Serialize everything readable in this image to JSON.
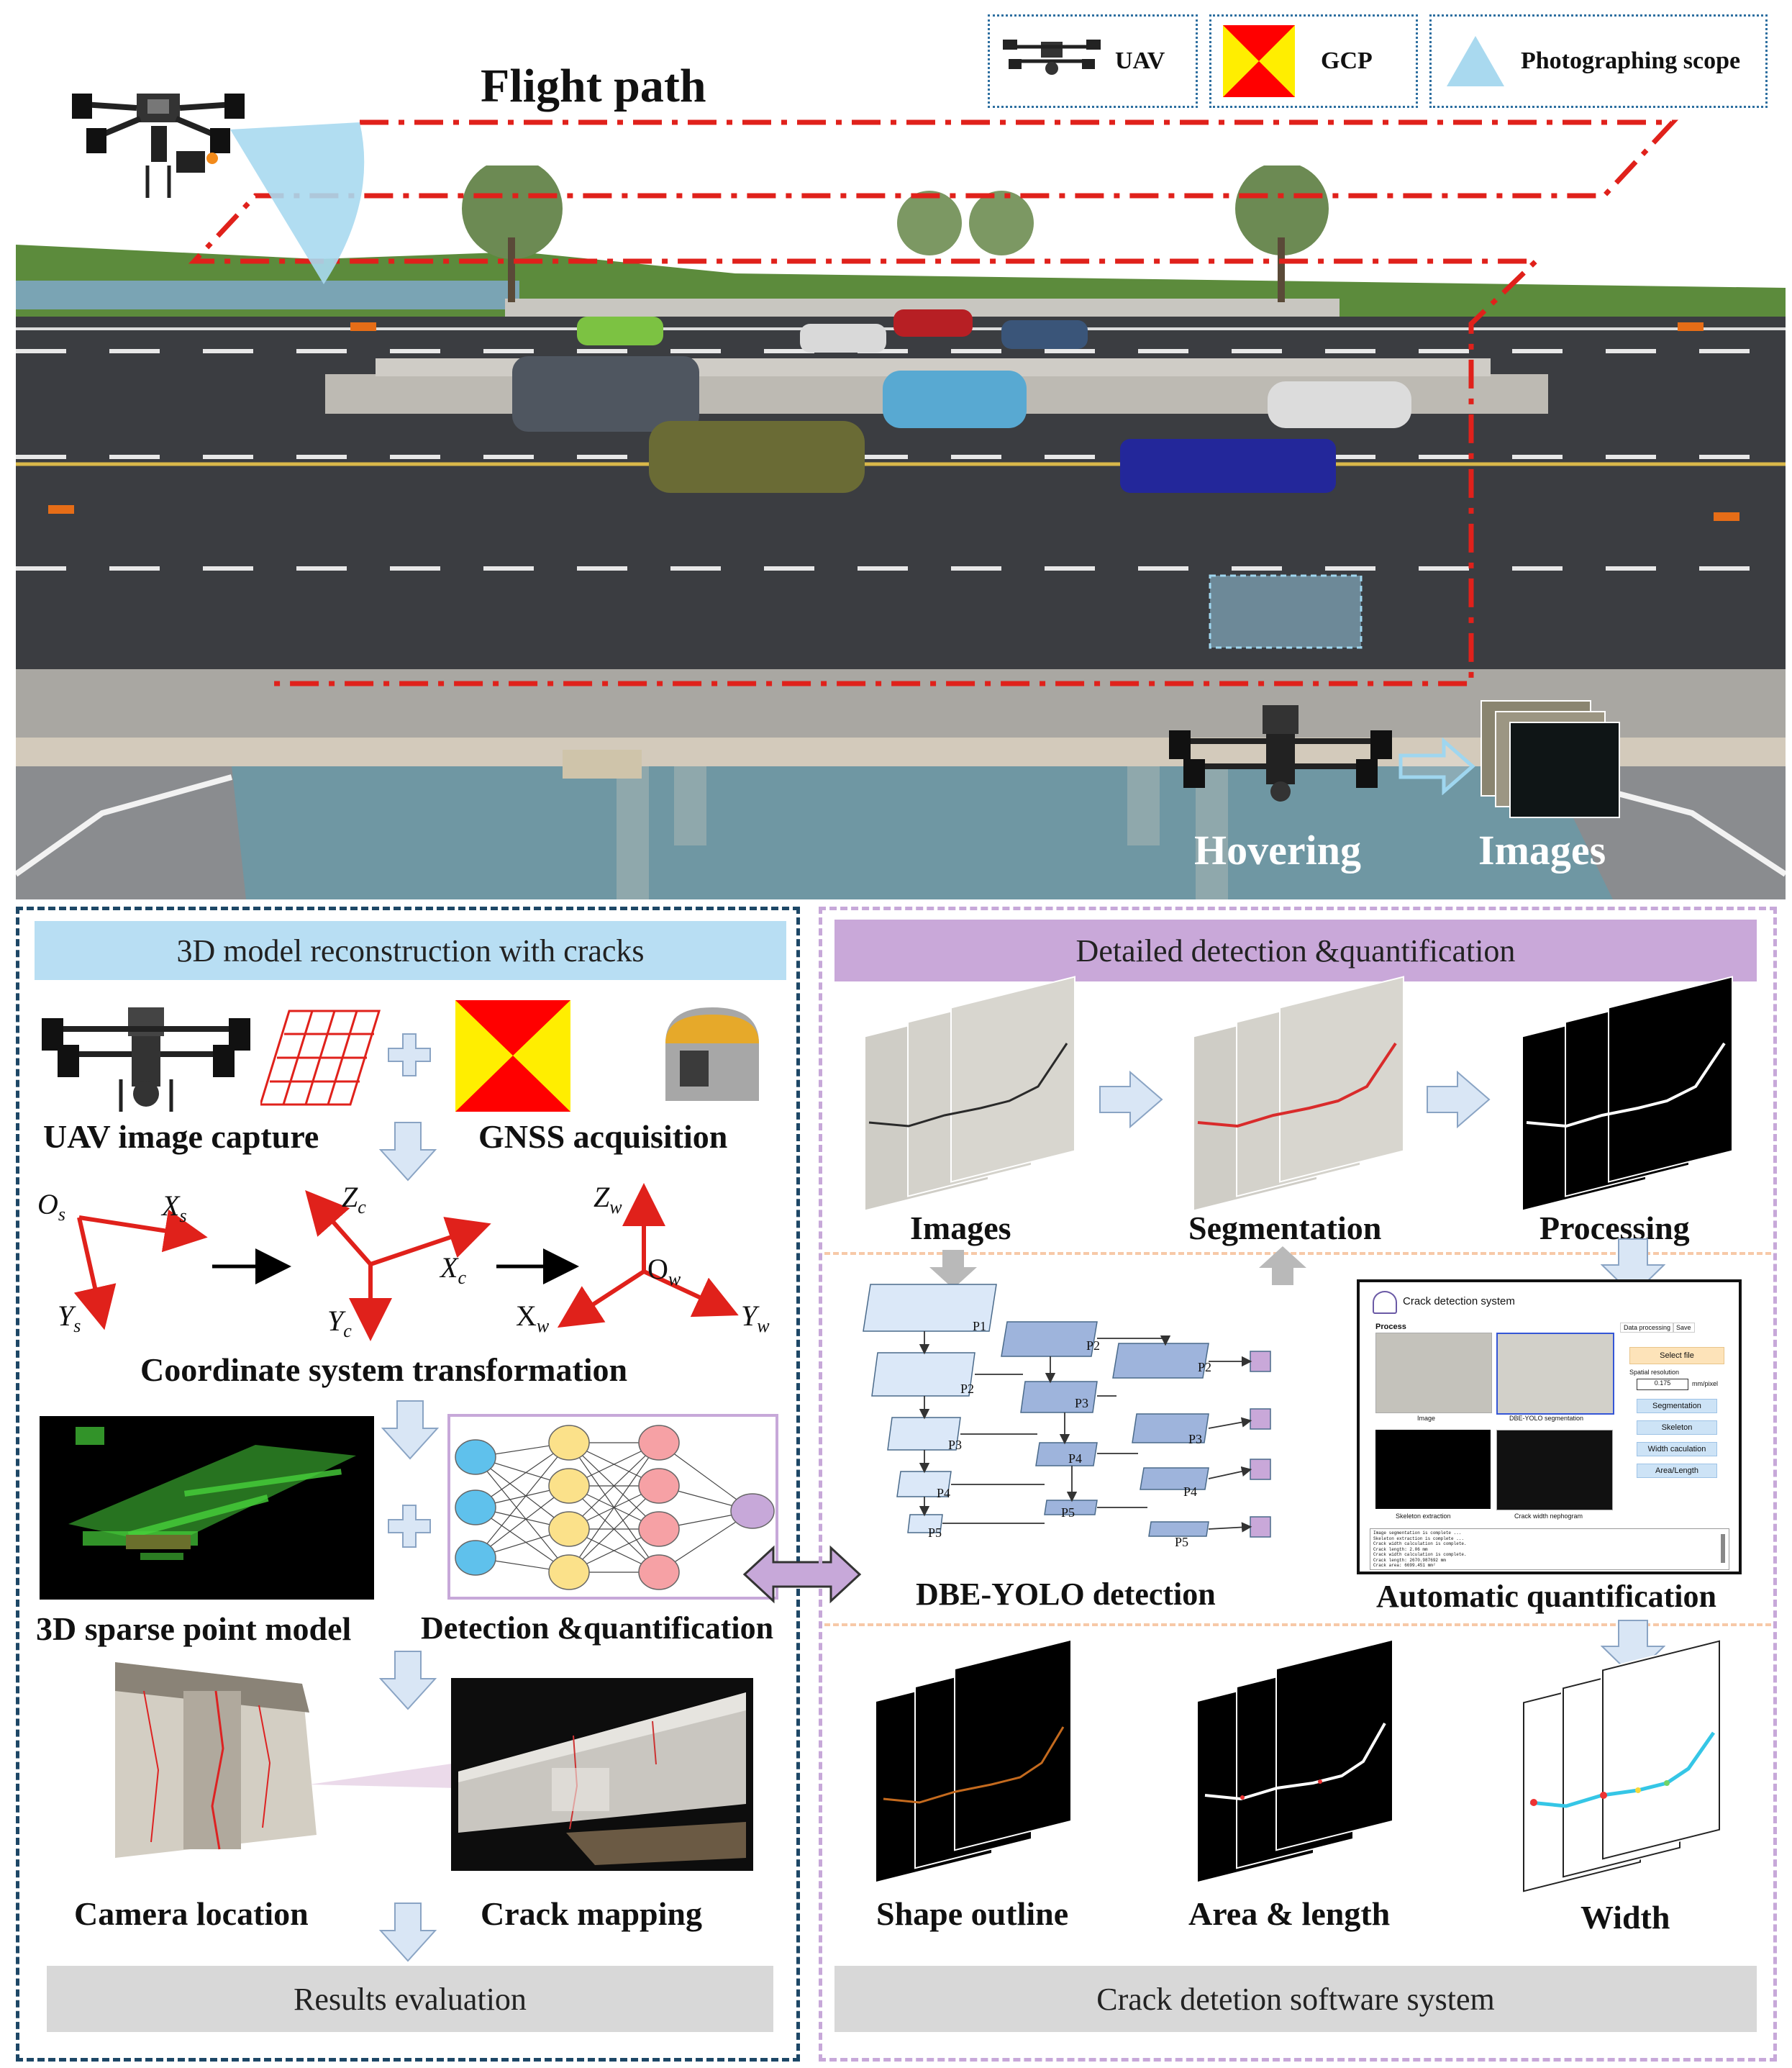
{
  "legend": {
    "uav": "UAV",
    "gcp": "GCP",
    "scope": "Photographing scope"
  },
  "scene": {
    "flight_path": "Flight path",
    "hovering": "Hovering",
    "images": "Images"
  },
  "left_panel": {
    "header": "3D model reconstruction with cracks",
    "uav_capture": "UAV image capture",
    "gnss": "GNSS acquisition",
    "coord_title": "Coordinate system transformation",
    "sparse": "3D sparse point model",
    "detect_quant": "Detection &quantification",
    "camera_location": "Camera location",
    "crack_mapping": "Crack mapping",
    "results": "Results evaluation",
    "axes": {
      "os": "O",
      "os_sub": "s",
      "xs": "X",
      "xs_sub": "s",
      "ys": "Y",
      "ys_sub": "s",
      "zc": "Z",
      "zc_sub": "c",
      "xc": "X",
      "xc_sub": "c",
      "yc": "Y",
      "yc_sub": "c",
      "zw": "Z",
      "zw_sub": "w",
      "ow": "O",
      "ow_sub": "w",
      "xw": "X",
      "xw_sub": "w",
      "yw": "Y",
      "yw_sub": "w"
    }
  },
  "right_panel": {
    "header": "Detailed detection &quantification",
    "images": "Images",
    "segmentation": "Segmentation",
    "processing": "Processing",
    "dbe": "DBE-YOLO detection",
    "auto": "Automatic quantification",
    "shape": "Shape outline",
    "area": "Area & length",
    "width": "Width",
    "software": "Crack detetion software system",
    "p_labels": [
      "P1",
      "P2",
      "P3",
      "P4",
      "P5"
    ],
    "software_ui": {
      "title": "Crack detection system",
      "process": "Process",
      "tabs": [
        "Data processing",
        "Save"
      ],
      "select_file": "Select file",
      "spatial_res": "Spatial resolution",
      "res_value": "0.175",
      "res_unit": "mm/pixel",
      "buttons": [
        "Segmentation",
        "Skeleton",
        "Width caculation",
        "Area/Length"
      ],
      "captions": [
        "Image",
        "DBE-YOLO segmentation",
        "Skeleton extraction",
        "Crack width nephogram"
      ],
      "log": [
        "Image segmentation is complete ...",
        "Skeleton extraction is complete ...",
        "Crack width calculation is complete.",
        "Crack length: 2.06 mm",
        "Crack width calculation is complete.",
        "Crack length: 2670.987692 mm",
        "Crack area: 6699.451 mm²"
      ]
    }
  },
  "colors": {
    "flight_path": "#e0211b",
    "left_border": "#1d4766",
    "right_border": "#c7a8d9",
    "left_header": "#b8def3",
    "right_header": "#c9a8d9",
    "gray_bar": "#d8d8d8",
    "arrow_fill": "#d9e6f5",
    "gcp_red": "#ff0000",
    "gcp_yellow": "#ffee00"
  }
}
